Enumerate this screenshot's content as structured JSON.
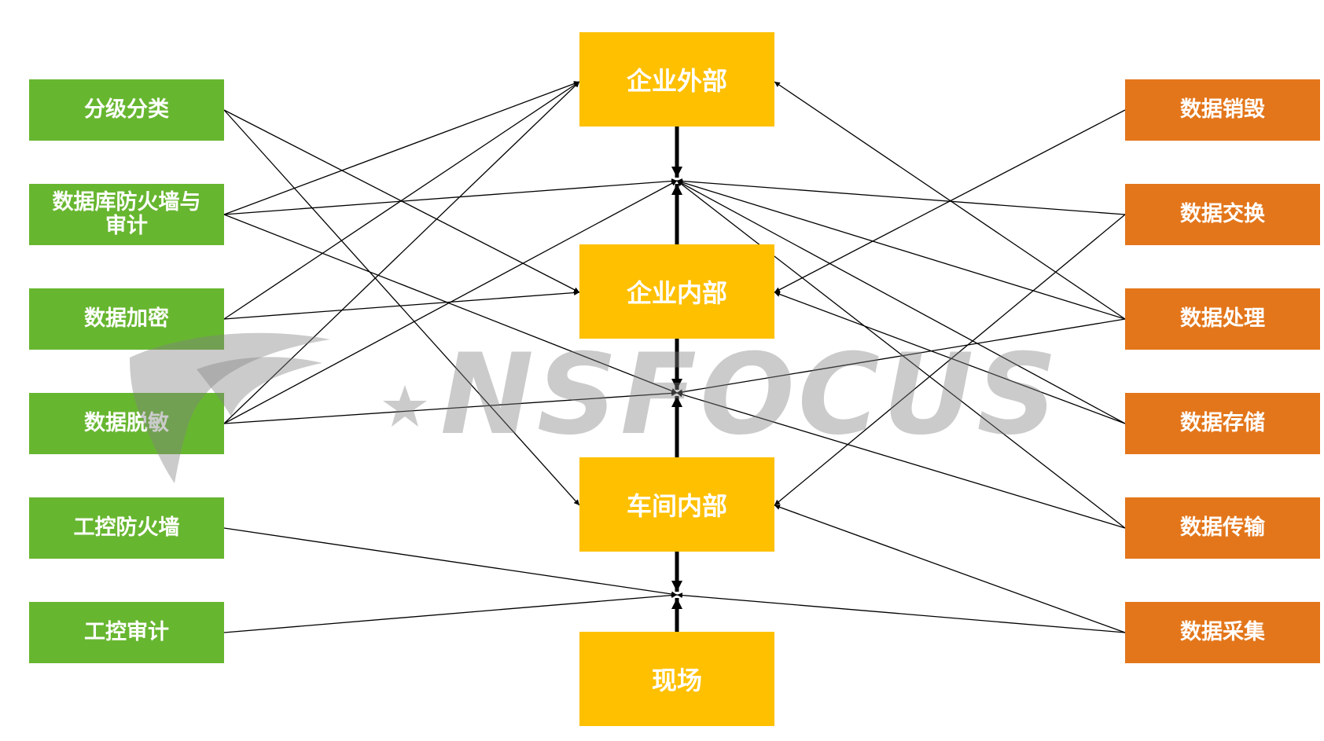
{
  "diagram": {
    "levels": [
      {
        "id": "ext",
        "label": "企业外部"
      },
      {
        "id": "int",
        "label": "企业内部"
      },
      {
        "id": "work",
        "label": "车间内部"
      },
      {
        "id": "site",
        "label": "现场"
      }
    ],
    "security_measures": [
      {
        "id": "l1",
        "label": "分级分类"
      },
      {
        "id": "l2",
        "label_lines": [
          "数据库防火墙与",
          "审计"
        ]
      },
      {
        "id": "l3",
        "label": "数据加密"
      },
      {
        "id": "l4",
        "label": "数据脱敏"
      },
      {
        "id": "l5",
        "label": "工控防火墙"
      },
      {
        "id": "l6",
        "label": "工控审计"
      }
    ],
    "lifecycle_stages": [
      {
        "id": "r1",
        "label": "数据销毁"
      },
      {
        "id": "r2",
        "label": "数据交换"
      },
      {
        "id": "r3",
        "label": "数据处理"
      },
      {
        "id": "r4",
        "label": "数据存储"
      },
      {
        "id": "r5",
        "label": "数据传输"
      },
      {
        "id": "r6",
        "label": "数据采集"
      }
    ],
    "connections": [
      [
        "l1",
        "int"
      ],
      [
        "l1",
        "work"
      ],
      [
        "l2",
        "ext"
      ],
      [
        "l2",
        "link-ext-int"
      ],
      [
        "l2",
        "link-int-work"
      ],
      [
        "l3",
        "ext"
      ],
      [
        "l3",
        "int"
      ],
      [
        "l4",
        "ext"
      ],
      [
        "l4",
        "link-ext-int"
      ],
      [
        "l4",
        "link-int-work"
      ],
      [
        "l5",
        "link-work-site"
      ],
      [
        "l6",
        "link-work-site"
      ],
      [
        "r1",
        "int"
      ],
      [
        "r2",
        "link-ext-int"
      ],
      [
        "r2",
        "work"
      ],
      [
        "r3",
        "ext"
      ],
      [
        "r3",
        "link-ext-int"
      ],
      [
        "r3",
        "link-int-work"
      ],
      [
        "r4",
        "int"
      ],
      [
        "r4",
        "link-ext-int"
      ],
      [
        "r5",
        "link-ext-int"
      ],
      [
        "r5",
        "link-int-work"
      ],
      [
        "r6",
        "link-work-site"
      ],
      [
        "r6",
        "work"
      ]
    ],
    "colors": {
      "security": "#67b630",
      "lifecycle": "#e3761b",
      "levels": "#ffc000",
      "lines": "#000000"
    }
  },
  "watermark": {
    "text": "NSFOCUS",
    "icon": "nsfocus-logo-icon"
  }
}
